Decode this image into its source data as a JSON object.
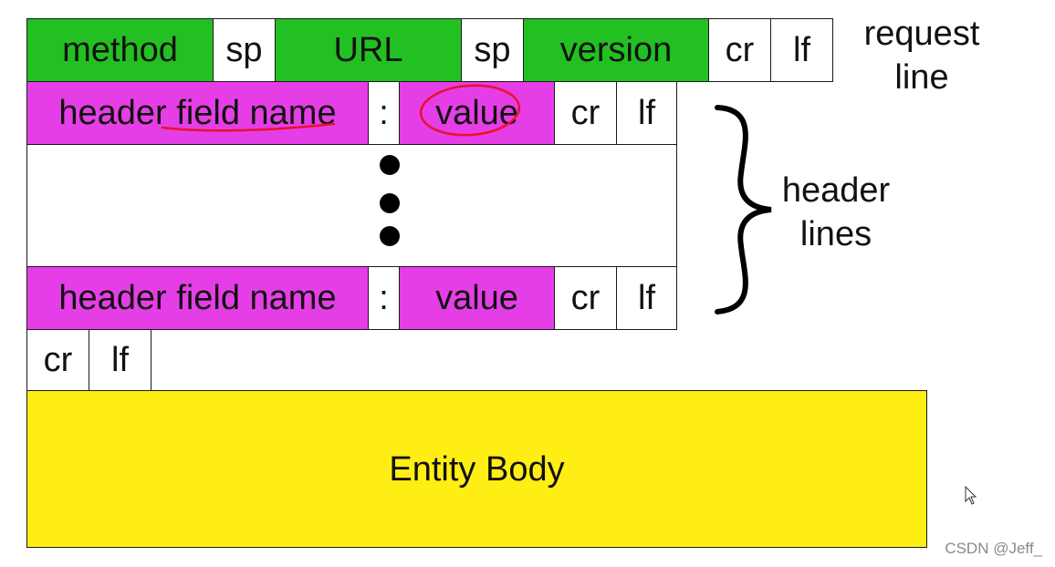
{
  "request_line": {
    "method": "method",
    "sp1": "sp",
    "url": "URL",
    "sp2": "sp",
    "version": "version",
    "cr": "cr",
    "lf": "lf",
    "label_line1": "request",
    "label_line2": "line"
  },
  "header_row_1": {
    "name": "header field name",
    "colon": ":",
    "value": "value",
    "cr": "cr",
    "lf": "lf"
  },
  "header_row_2": {
    "name": "header field name",
    "colon": ":",
    "value": "value",
    "cr": "cr",
    "lf": "lf"
  },
  "header_lines_label": {
    "line1": "header",
    "line2": "lines"
  },
  "blank_line": {
    "cr": "cr",
    "lf": "lf"
  },
  "entity_body": {
    "label": "Entity Body"
  },
  "watermark": "CSDN @Jeff_",
  "colors": {
    "field_green": "#22c022",
    "field_magenta": "#e63ee6",
    "body_yellow": "#ffee14",
    "annotation_red": "#e8122a"
  }
}
